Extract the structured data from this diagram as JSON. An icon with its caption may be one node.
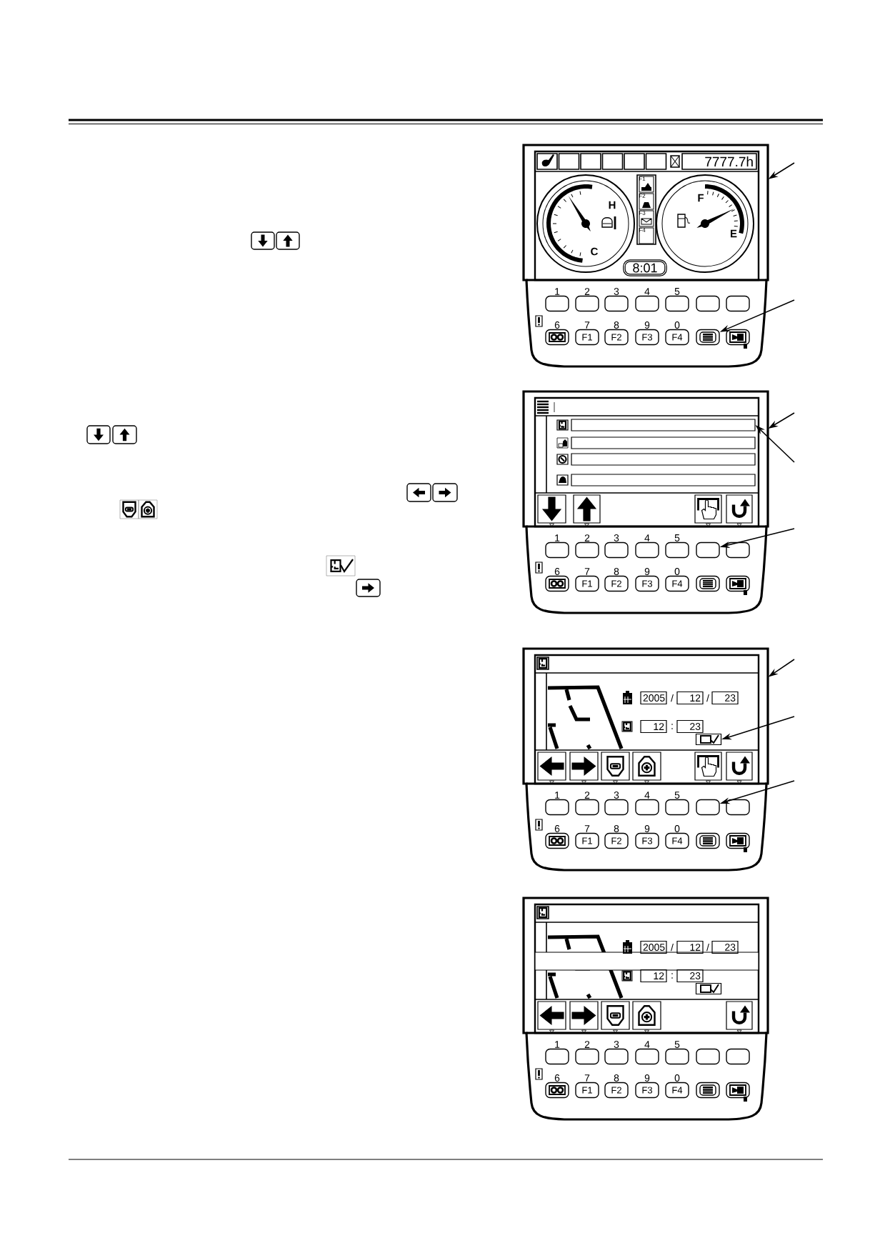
{
  "diagram": {
    "nodes": [
      {
        "text": [],
        "shape": "box"
      },
      {
        "text": [
          "7777.7h"
        ],
        "in": 0
      },
      {
        "text": [
          "8:01"
        ],
        "in": 0
      },
      {
        "text": [],
        "shape": "box",
        "in": 0,
        "beside": [
          "1"
        ]
      },
      {
        "text": [],
        "shape": "box",
        "in": 0,
        "beside": [
          "2"
        ]
      },
      {
        "text": [],
        "shape": "box",
        "in": 0,
        "beside": [
          "3"
        ]
      },
      {
        "text": [],
        "shape": "box",
        "in": 0,
        "beside": [
          "4"
        ]
      },
      {
        "text": [],
        "shape": "box",
        "in": 0,
        "beside": [
          "5"
        ]
      },
      {
        "text": [],
        "shape": "box",
        "in": 0
      },
      {
        "text": [],
        "shape": "box",
        "in": 0
      },
      {
        "text": [],
        "shape": "box",
        "in": 0,
        "beside": [
          "6"
        ]
      },
      {
        "text": [
          "F1"
        ],
        "in": 0,
        "beside": [
          "7"
        ]
      },
      {
        "text": [
          "F2"
        ],
        "in": 0,
        "beside": [
          "8"
        ]
      },
      {
        "text": [
          "F3"
        ],
        "in": 0,
        "beside": [
          "9"
        ]
      },
      {
        "text": [
          "F4"
        ],
        "in": 0,
        "beside": [
          "0"
        ]
      },
      {
        "text": [],
        "shape": "box",
        "in": 0
      },
      {
        "text": [],
        "shape": "box",
        "in": 0
      },
      {
        "text": [],
        "shape": "box"
      },
      {
        "text": [],
        "shape": "box",
        "in": 17
      },
      {
        "text": [],
        "shape": "box",
        "in": 17
      },
      {
        "text": [],
        "shape": "box",
        "in": 17
      },
      {
        "text": [],
        "shape": "box",
        "in": 17
      },
      {
        "text": [],
        "shape": "box",
        "in": 17,
        "beside": [
          "1"
        ]
      },
      {
        "text": [],
        "shape": "box",
        "in": 17,
        "beside": [
          "2"
        ]
      },
      {
        "text": [],
        "shape": "box",
        "in": 17,
        "beside": [
          "3"
        ]
      },
      {
        "text": [],
        "shape": "box",
        "in": 17,
        "beside": [
          "4"
        ]
      },
      {
        "text": [],
        "shape": "box",
        "in": 17,
        "beside": [
          "5"
        ]
      },
      {
        "text": [],
        "shape": "box",
        "in": 17
      },
      {
        "text": [],
        "shape": "box",
        "in": 17
      },
      {
        "text": [],
        "shape": "box",
        "in": 17,
        "beside": [
          "6"
        ]
      },
      {
        "text": [
          "F1"
        ],
        "in": 17,
        "beside": [
          "7"
        ]
      },
      {
        "text": [
          "F2"
        ],
        "in": 17,
        "beside": [
          "8"
        ]
      },
      {
        "text": [
          "F3"
        ],
        "in": 17,
        "beside": [
          "9"
        ]
      },
      {
        "text": [
          "F4"
        ],
        "in": 17,
        "beside": [
          "0"
        ]
      },
      {
        "text": [],
        "shape": "box",
        "in": 17
      },
      {
        "text": [],
        "shape": "box",
        "in": 17
      },
      {
        "text": [],
        "shape": "box"
      },
      {
        "text": [
          "2005"
        ],
        "in": 36
      },
      {
        "text": [
          "12"
        ],
        "in": 36
      },
      {
        "text": [
          "23"
        ],
        "in": 36
      },
      {
        "text": [
          "12"
        ],
        "in": 36
      },
      {
        "text": [
          "23"
        ],
        "in": 36
      },
      {
        "text": [],
        "shape": "box",
        "in": 36
      },
      {
        "text": [],
        "shape": "box",
        "in": 36,
        "beside": [
          "1"
        ]
      },
      {
        "text": [],
        "shape": "box",
        "in": 36,
        "beside": [
          "2"
        ]
      },
      {
        "text": [],
        "shape": "box",
        "in": 36,
        "beside": [
          "3"
        ]
      },
      {
        "text": [],
        "shape": "box",
        "in": 36,
        "beside": [
          "4"
        ]
      },
      {
        "text": [],
        "shape": "box",
        "in": 36,
        "beside": [
          "5"
        ]
      },
      {
        "text": [],
        "shape": "box",
        "in": 36
      },
      {
        "text": [],
        "shape": "box",
        "in": 36
      },
      {
        "text": [],
        "shape": "box",
        "in": 36,
        "beside": [
          "6"
        ]
      },
      {
        "text": [
          "F1"
        ],
        "in": 36,
        "beside": [
          "7"
        ]
      },
      {
        "text": [
          "F2"
        ],
        "in": 36,
        "beside": [
          "8"
        ]
      },
      {
        "text": [
          "F3"
        ],
        "in": 36,
        "beside": [
          "9"
        ]
      },
      {
        "text": [
          "F4"
        ],
        "in": 36,
        "beside": [
          "0"
        ]
      },
      {
        "text": [],
        "shape": "box",
        "in": 36
      },
      {
        "text": [],
        "shape": "box",
        "in": 36
      },
      {
        "text": [],
        "shape": "box"
      },
      {
        "text": [
          "2005"
        ],
        "in": 57
      },
      {
        "text": [
          "12"
        ],
        "in": 57
      },
      {
        "text": [
          "23"
        ],
        "in": 57
      },
      {
        "text": [
          "12"
        ],
        "in": 57
      },
      {
        "text": [
          "23"
        ],
        "in": 57
      },
      {
        "text": [],
        "shape": "box",
        "in": 57
      },
      {
        "text": [],
        "shape": "box",
        "in": 57,
        "beside": [
          "1"
        ]
      },
      {
        "text": [],
        "shape": "box",
        "in": 57,
        "beside": [
          "2"
        ]
      },
      {
        "text": [],
        "shape": "box",
        "in": 57,
        "beside": [
          "3"
        ]
      },
      {
        "text": [],
        "shape": "box",
        "in": 57,
        "beside": [
          "4"
        ]
      },
      {
        "text": [],
        "shape": "box",
        "in": 57,
        "beside": [
          "5"
        ]
      },
      {
        "text": [],
        "shape": "box",
        "in": 57
      },
      {
        "text": [],
        "shape": "box",
        "in": 57
      },
      {
        "text": [],
        "shape": "box",
        "in": 57,
        "beside": [
          "6"
        ]
      },
      {
        "text": [
          "F1"
        ],
        "in": 57,
        "beside": [
          "7"
        ]
      },
      {
        "text": [
          "F2"
        ],
        "in": 57,
        "beside": [
          "8"
        ]
      },
      {
        "text": [
          "F3"
        ],
        "in": 57,
        "beside": [
          "9"
        ]
      },
      {
        "text": [
          "F4"
        ],
        "in": 57,
        "beside": [
          "0"
        ]
      },
      {
        "text": [],
        "shape": "box",
        "in": 57
      },
      {
        "text": [],
        "shape": "box",
        "in": 57
      }
    ],
    "edges": [
      {
        "from": null,
        "to": 0,
        "arrow": "to"
      },
      {
        "from": null,
        "to": 15,
        "arrow": "to"
      },
      {
        "from": null,
        "to": 17,
        "arrow": "to"
      },
      {
        "from": null,
        "to": 18,
        "arrow": "to"
      },
      {
        "from": null,
        "to": 27,
        "arrow": "to"
      },
      {
        "from": null,
        "to": 36,
        "arrow": "to"
      },
      {
        "from": null,
        "to": 42,
        "arrow": "to"
      },
      {
        "from": null,
        "to": 48,
        "arrow": "to"
      }
    ],
    "labels": [
      "F1",
      "F2",
      "F3",
      "F4",
      "H",
      "F",
      "E",
      "C",
      "/",
      "/",
      ":",
      "/",
      "/",
      ":"
    ]
  }
}
